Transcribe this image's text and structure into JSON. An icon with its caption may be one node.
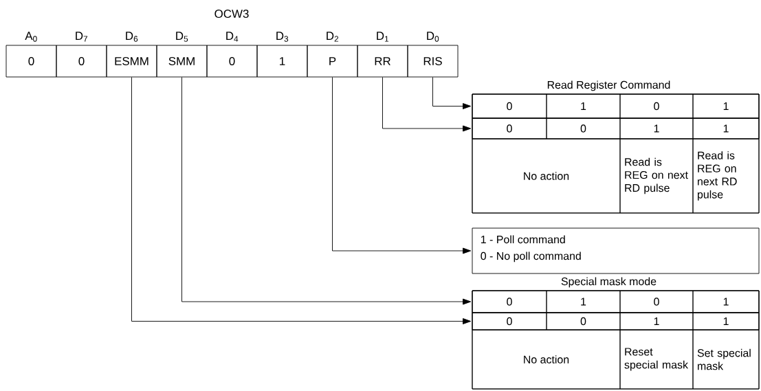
{
  "diagram": {
    "title": "OCW3",
    "nodes": [
      {
        "text": [
          "0"
        ],
        "beside": [
          "A$_{0}$"
        ]
      },
      {
        "text": [
          "0"
        ],
        "beside": [
          "D$_{7}$"
        ]
      },
      {
        "text": [
          "ESMM"
        ],
        "beside": [
          "D$_{6}$"
        ]
      },
      {
        "text": [
          "SMM"
        ],
        "beside": [
          "D$_{5}$"
        ]
      },
      {
        "text": [
          "0"
        ],
        "beside": [
          "D$_{4}$"
        ]
      },
      {
        "text": [
          "1"
        ],
        "beside": [
          "D$_{3}$"
        ]
      },
      {
        "text": [
          "P"
        ],
        "beside": [
          "D$_{2}$"
        ]
      },
      {
        "text": [
          "RR"
        ],
        "beside": [
          "D$_{1}$"
        ]
      },
      {
        "text": [
          "RIS"
        ],
        "beside": [
          "D$_{0}$"
        ]
      },
      {
        "text": [
          "Read Register Command"
        ]
      },
      {
        "text": [],
        "shape": "box",
        "in": 9
      },
      {
        "text": [
          "0"
        ],
        "in": 10
      },
      {
        "text": [
          "1"
        ],
        "in": 10
      },
      {
        "text": [
          "0"
        ],
        "in": 10
      },
      {
        "text": [
          "1"
        ],
        "in": 10
      },
      {
        "text": [],
        "shape": "box",
        "in": 9
      },
      {
        "text": [
          "0"
        ],
        "in": 15
      },
      {
        "text": [
          "0"
        ],
        "in": 15
      },
      {
        "text": [
          "1"
        ],
        "in": 15
      },
      {
        "text": [
          "1"
        ],
        "in": 15
      },
      {
        "text": [
          "No action"
        ],
        "in": 9
      },
      {
        "text": [
          "Read is REG on next RD pulse"
        ],
        "in": 9
      },
      {
        "text": [
          "Read is REG on next RD pulse"
        ],
        "in": 9
      },
      {
        "text": [
          "1 - Poll command",
          "0 - No poll command"
        ]
      },
      {
        "text": [
          "Special mask mode"
        ]
      },
      {
        "text": [],
        "shape": "box",
        "in": 24
      },
      {
        "text": [
          "0"
        ],
        "in": 25
      },
      {
        "text": [
          "1"
        ],
        "in": 25
      },
      {
        "text": [
          "0"
        ],
        "in": 25
      },
      {
        "text": [
          "1"
        ],
        "in": 25
      },
      {
        "text": [],
        "shape": "box",
        "in": 24
      },
      {
        "text": [
          "0"
        ],
        "in": 30
      },
      {
        "text": [
          "0"
        ],
        "in": 30
      },
      {
        "text": [
          "1"
        ],
        "in": 30
      },
      {
        "text": [
          "1"
        ],
        "in": 30
      },
      {
        "text": [
          "No action"
        ],
        "in": 24
      },
      {
        "text": [
          "Reset special mask"
        ],
        "in": 24
      },
      {
        "text": [
          "Set special mask"
        ],
        "in": 24
      }
    ],
    "edges": [
      {
        "from": 8,
        "to": 10,
        "arrow": "to"
      },
      {
        "from": 7,
        "to": 15,
        "arrow": "to"
      },
      {
        "from": 6,
        "to": 23,
        "arrow": "to"
      },
      {
        "from": 3,
        "to": 25,
        "arrow": "to"
      },
      {
        "from": 2,
        "to": 30,
        "arrow": "to"
      }
    ]
  }
}
